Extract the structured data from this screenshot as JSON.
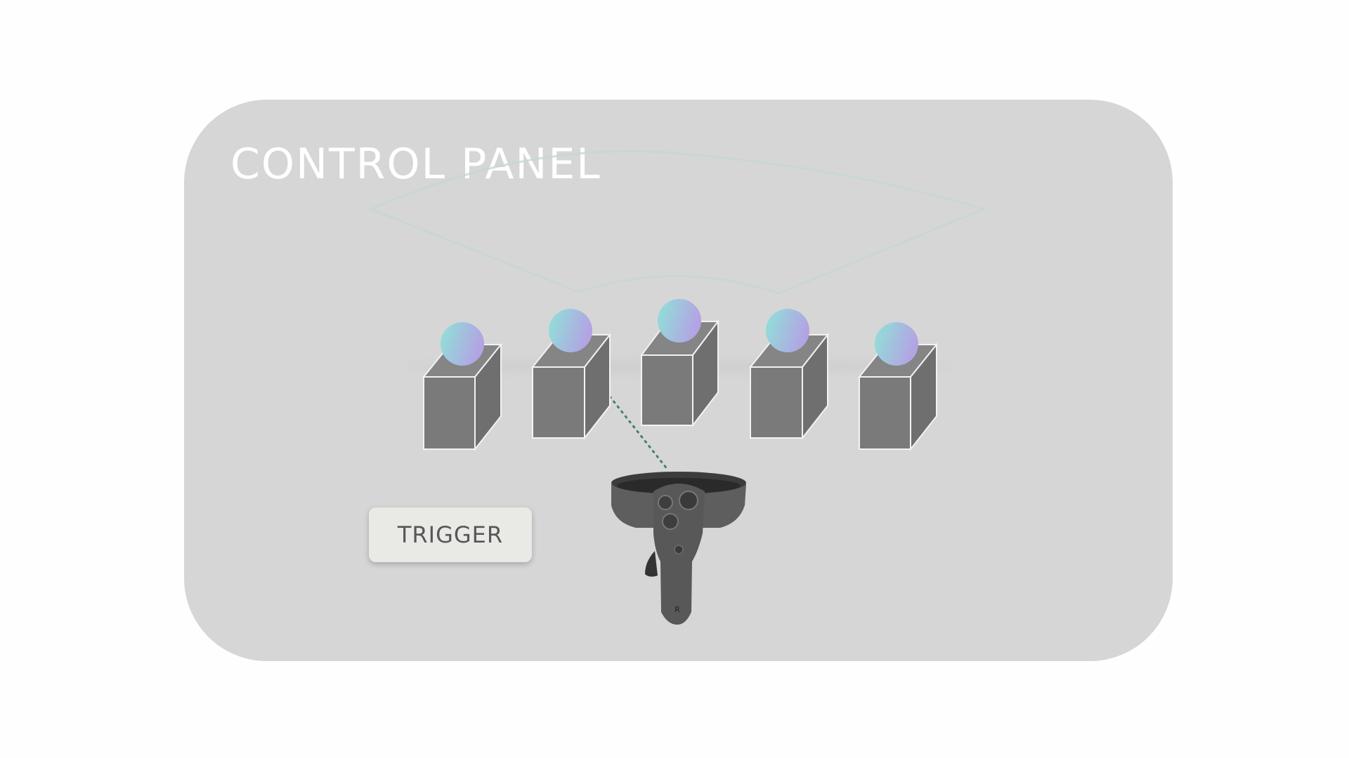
{
  "panel": {
    "title": "CONTROL PANEL",
    "background": "#d6d6d6",
    "title_color": "#ffffff"
  },
  "trigger": {
    "label": "TRIGGER"
  },
  "pedestals": {
    "count": 5,
    "box_color": "#7a7a7a",
    "sphere_gradient": [
      "#8ee3d8",
      "#b3a3e3"
    ]
  },
  "controller": {
    "hand_label": "R",
    "body_color": "#5c5c5c",
    "pointer_color": "#3f7f74"
  }
}
